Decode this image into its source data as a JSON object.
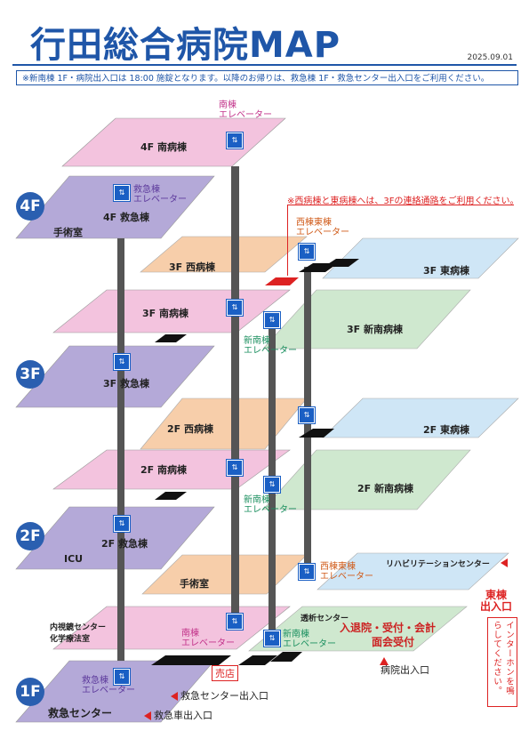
{
  "header": {
    "title": "行田総合病院MAP",
    "date": "2025.09.01",
    "notice": "※新南棟 1F・病院出入口は 18:00 施錠となります。以降のお帰りは、救急棟 1F・救急センター出入口をご利用ください。"
  },
  "floors": {
    "f4": "4F",
    "f3": "3F",
    "f2": "2F",
    "f1": "1F"
  },
  "areas": {
    "s4": "4F 南病棟",
    "e4": "4F 救急棟",
    "surgery4": "手術室",
    "w3": "3F 西病棟",
    "s3": "3F 南病棟",
    "east3": "3F 東病棟",
    "ns3": "3F 新南病棟",
    "e3": "3F 救急棟",
    "w2": "2F 西病棟",
    "east2": "2F 東病棟",
    "s2": "2F 南病棟",
    "ns2": "2F 新南病棟",
    "e2": "2F 救急棟",
    "icu": "ICU",
    "rehab": "リハビリテーションセンター",
    "surgery1": "手術室",
    "endo": "内視鏡センター",
    "chemo": "化学療法室",
    "dialysis": "透析センター",
    "reception": "入退院・受付・会計",
    "visit": "面会受付",
    "er": "救急センター"
  },
  "elevators": {
    "south_top_1": "南棟",
    "south_top_2": "エレベーター",
    "er_4_1": "救急棟",
    "er_4_2": "エレベーター",
    "we_3_1": "西棟東棟",
    "we_3_2": "エレベーター",
    "ns_3_1": "新南棟",
    "ns_3_2": "エレベーター",
    "ns_2_1": "新南棟",
    "ns_2_2": "エレベーター",
    "we_1_1": "西棟東棟",
    "we_1_2": "エレベーター",
    "south_1_1": "南棟",
    "south_1_2": "エレベーター",
    "ns_1_1": "新南棟",
    "ns_1_2": "エレベーター",
    "er_1_1": "救急棟",
    "er_1_2": "エレベーター"
  },
  "notes": {
    "connect": "※西病棟と東病棟へは、3Fの連絡通路をご利用ください。",
    "intercom": "インターホンを鳴らしてください。",
    "east_exit_1": "東棟",
    "east_exit_2": "出入口",
    "shop": "売店",
    "hospital_exit": "病院出入口",
    "er_exit": "救急センター出入口",
    "ambulance_exit": "救急車出入口"
  },
  "colors": {
    "brand": "#1f56a8",
    "pink": "#f3c3de",
    "purple": "#b4a9d8",
    "orange": "#f7ceaa",
    "blue": "#cfe6f6",
    "green": "#cfe8cf",
    "red": "#d22222"
  }
}
